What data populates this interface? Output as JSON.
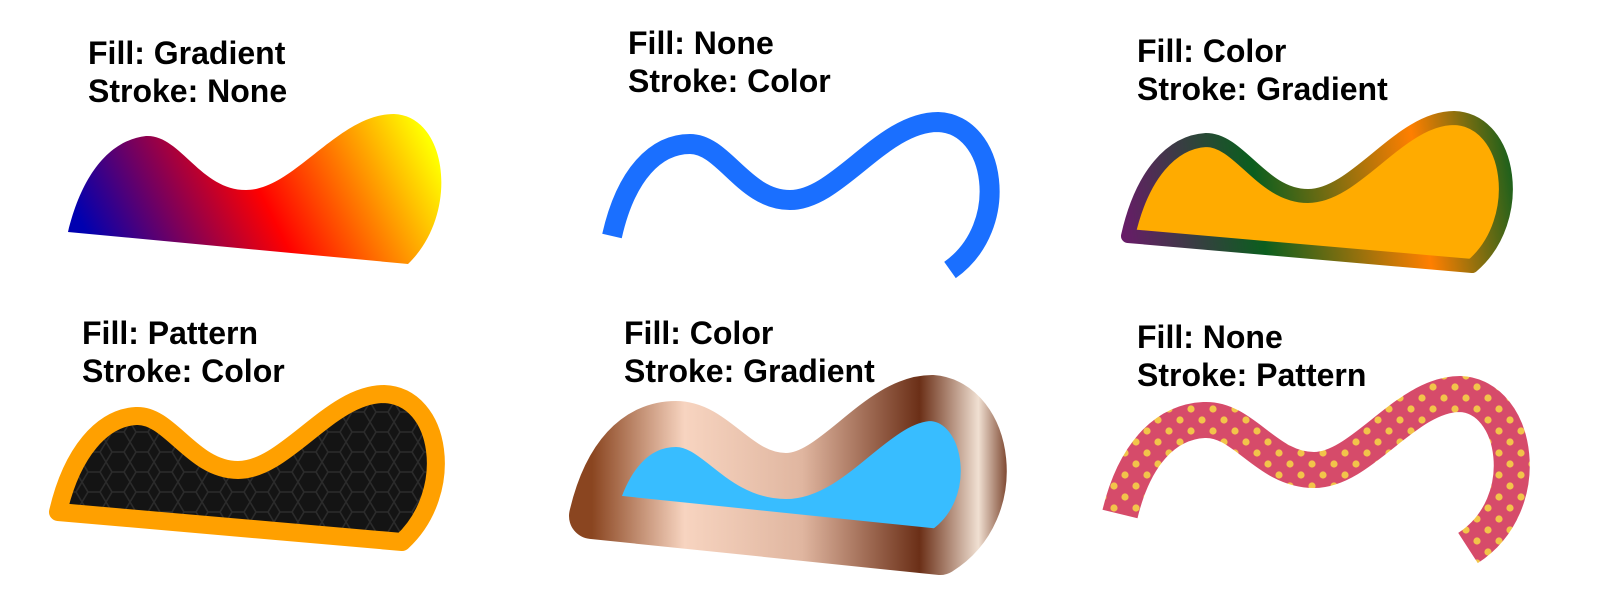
{
  "panels": [
    {
      "fill_label": "Fill: Gradient",
      "stroke_label": "Stroke: None",
      "fill": {
        "kind": "gradient",
        "colors": [
          "#0000b0",
          "#ff0000",
          "#ffff00"
        ]
      },
      "stroke": {
        "kind": "none"
      }
    },
    {
      "fill_label": "Fill: None",
      "stroke_label": "Stroke: Color",
      "fill": {
        "kind": "none"
      },
      "stroke": {
        "kind": "color",
        "color": "#1a6fff"
      }
    },
    {
      "fill_label": "Fill: Color",
      "stroke_label": "Stroke: Gradient",
      "fill": {
        "kind": "color",
        "color": "#ffab00"
      },
      "stroke": {
        "kind": "gradient",
        "colors": [
          "#6a1a6a",
          "#0b5e1e",
          "#ff7f00",
          "#0b5e1e"
        ]
      }
    },
    {
      "fill_label": "Fill: Pattern",
      "stroke_label": "Stroke: Color",
      "fill": {
        "kind": "pattern",
        "pattern": "hexagon",
        "colors": [
          "#141414",
          "#2b2b2b"
        ]
      },
      "stroke": {
        "kind": "color",
        "color": "#ffa000"
      }
    },
    {
      "fill_label": "Fill: Color",
      "stroke_label": "Stroke: Gradient",
      "fill": {
        "kind": "color",
        "color": "#38bdff"
      },
      "stroke": {
        "kind": "gradient",
        "colors": [
          "#8a4520",
          "#f7d4c0",
          "#e0b6a0",
          "#6b2f17",
          "#f0e0d2",
          "#6b2f17"
        ]
      }
    },
    {
      "fill_label": "Fill: None",
      "stroke_label": "Stroke: Pattern",
      "fill": {
        "kind": "none"
      },
      "stroke": {
        "kind": "pattern",
        "pattern": "polka-dot",
        "colors": [
          "#d64b6a",
          "#f2c44a"
        ]
      }
    }
  ]
}
